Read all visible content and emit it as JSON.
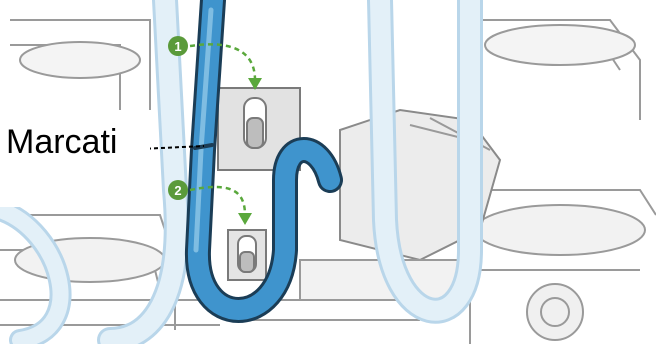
{
  "callout": {
    "label": "Marcati"
  },
  "steps": [
    {
      "number": "1"
    },
    {
      "number": "2"
    }
  ],
  "colors": {
    "tube_blue": "#3f94cd",
    "tube_outline": "#1b3d56",
    "light_tube": "#d6e8f3",
    "step_badge": "#5a9a3a",
    "arrow_green": "#5aa83c",
    "line_art": "#9a9a9a",
    "component_fill": "#e7e7e7"
  },
  "icons": [
    "step-1-badge",
    "step-2-badge",
    "down-arrow-icon"
  ]
}
